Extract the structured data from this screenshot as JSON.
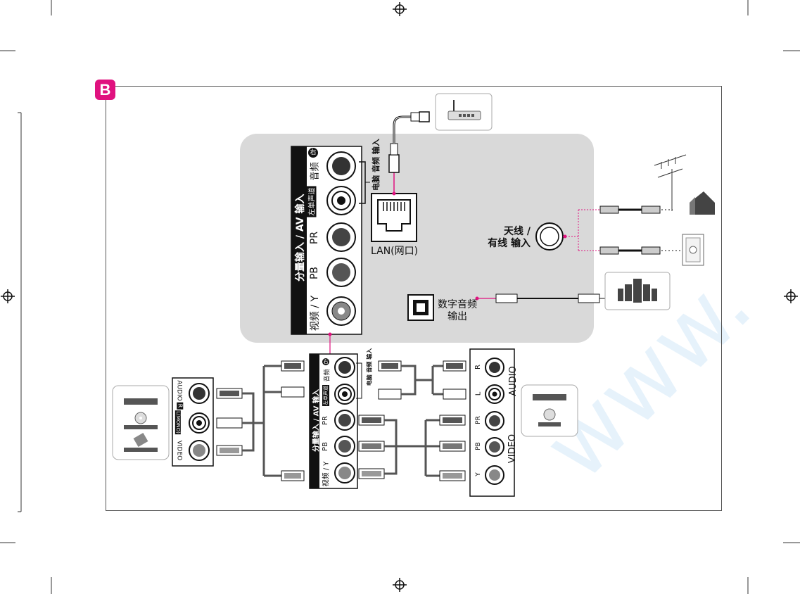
{
  "section_badge": "B",
  "tv_panel": {
    "vertical_title": "分量输入 / AV 输入",
    "audio_right": "音频",
    "right_symbol": "右",
    "audio_left": "左单声道",
    "pr": "PR",
    "pb": "PB",
    "video_y": "视频 / Y",
    "pc_audio_in": "电脑 音频 输入",
    "lan_label": "LAN(网口)",
    "antenna_line1": "天线 /",
    "antenna_line2": "有线 输入",
    "digital_audio_line1": "数字音频",
    "digital_audio_line2": "输出"
  },
  "small_panel": {
    "vertical_title": "分量输入 / AV 输入",
    "audio": "音频",
    "right_symbol": "右",
    "left_mono": "左单声道",
    "pr": "PR",
    "pb": "PB",
    "video_y": "视频 / Y",
    "pc_audio_in": "电脑 音频 输入"
  },
  "left_device_panel": {
    "audio": "AUDIO",
    "r": "R",
    "l_mono": "L(MONO)",
    "video": "VIDEO"
  },
  "right_device_panel": {
    "audio": "AUDIO",
    "r": "R",
    "l": "L",
    "pr": "PR",
    "pb": "PB",
    "y": "Y",
    "video": "VIDEO"
  },
  "colors": {
    "badge": "#e0127f",
    "panel_gray": "#d9d9d9",
    "connector_pink": "#e0127f",
    "watermark": "#cfe6f7"
  },
  "icons": [
    "router-icon",
    "speaker-system-icon",
    "antenna-icon",
    "house-icon",
    "wall-outlet-icon",
    "dvd-player-icon",
    "disc-icon",
    "registration-mark-icon"
  ]
}
